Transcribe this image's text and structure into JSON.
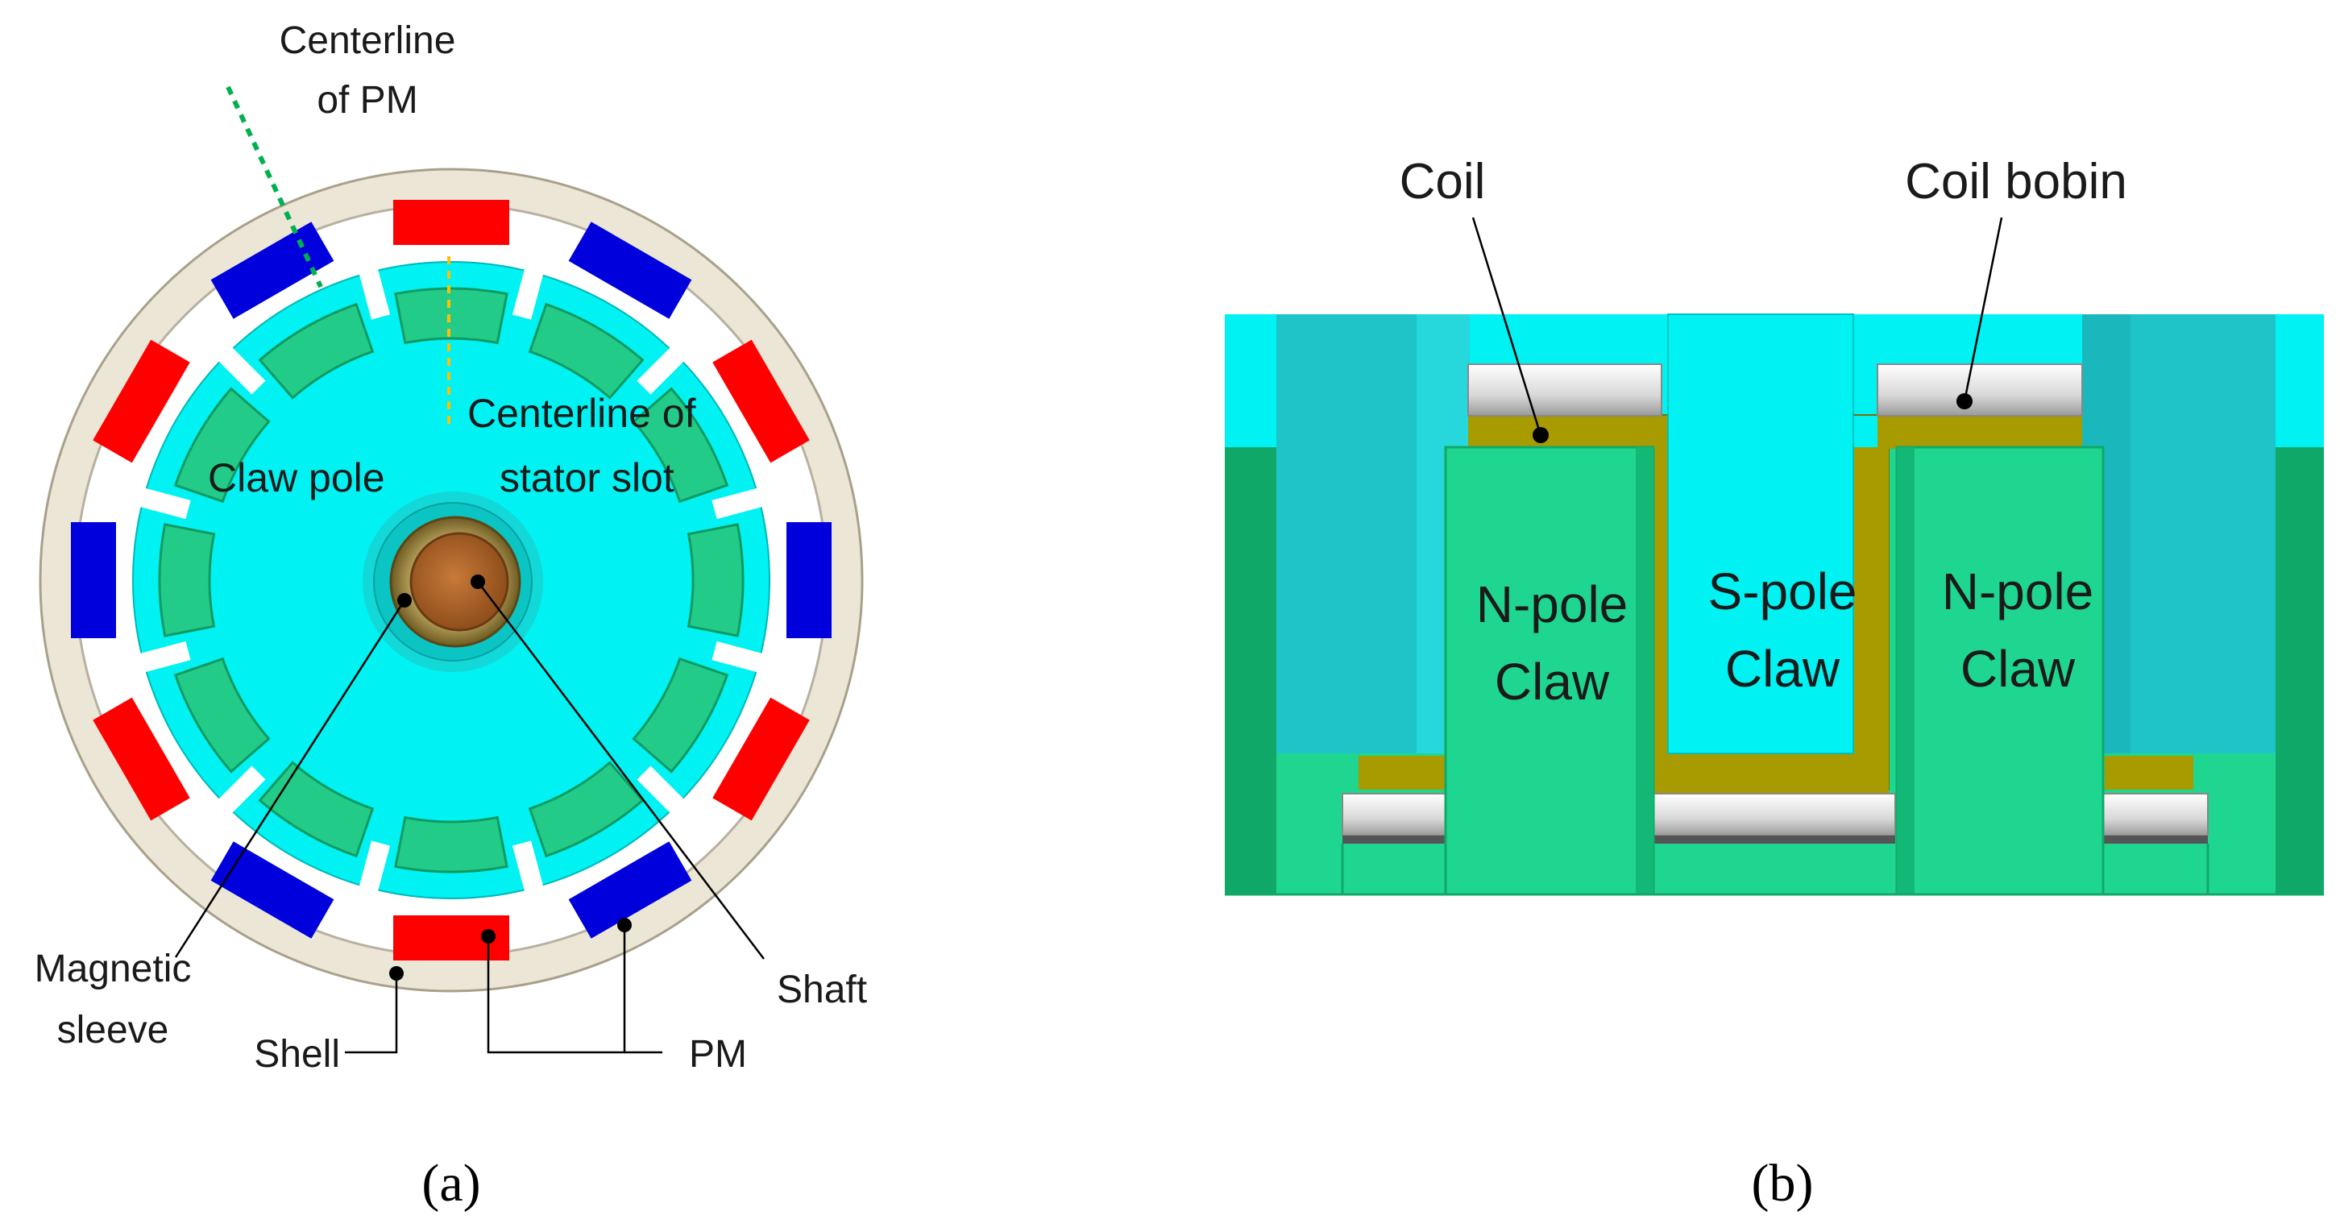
{
  "panel_a": {
    "caption": "(a)",
    "labels": {
      "centerline_pm_1": "Centerline",
      "centerline_pm_2": "of PM",
      "claw_pole": "Claw pole",
      "centerline_slot_1": "Centerline of",
      "centerline_slot_2": "stator slot",
      "magnetic_sleeve_1": "Magnetic",
      "magnetic_sleeve_2": "sleeve",
      "shell": "Shell",
      "pm": "PM",
      "shaft": "Shaft"
    }
  },
  "panel_b": {
    "caption": "(b)",
    "labels": {
      "coil": "Coil",
      "coil_bobin": "Coil bobin",
      "n_pole_left_1": "N-pole",
      "n_pole_left_2": "Claw",
      "s_pole_1": "S-pole",
      "s_pole_2": "Claw",
      "n_pole_right_1": "N-pole",
      "n_pole_right_2": "Claw"
    }
  },
  "colors": {
    "cyan": "#00f2f2",
    "claw_green": "#22cc88",
    "pm_red": "#ff0000",
    "pm_blue": "#0000dd",
    "shell": "#ece6d6",
    "coil": "#a89b00",
    "shaft": "#b5642b"
  }
}
